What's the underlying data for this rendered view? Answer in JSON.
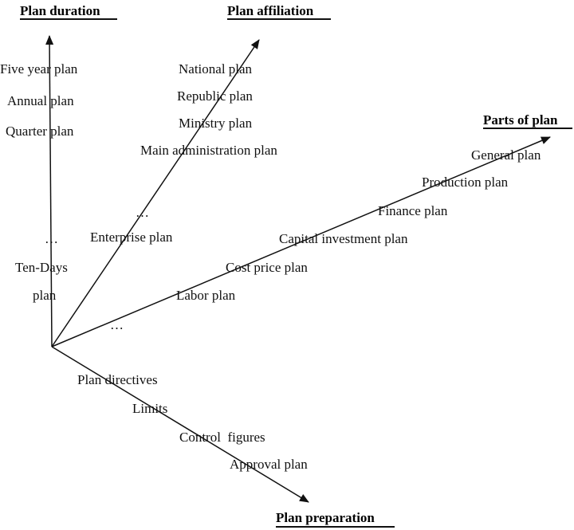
{
  "axes": {
    "duration": {
      "title": "Plan duration",
      "items": [
        "Five year plan",
        "Annual plan",
        "Quarter plan",
        "…",
        "Ten-Days",
        "plan"
      ]
    },
    "affiliation": {
      "title": "Plan affiliation",
      "items": [
        "National plan",
        "Republic plan",
        "Ministry plan",
        "Main administration plan",
        "…",
        "Enterprise plan"
      ]
    },
    "parts": {
      "title": "Parts of plan",
      "items": [
        "General plan",
        "Production plan",
        "Finance plan",
        "Capital investment plan",
        "Cost price plan",
        "Labor plan",
        "…"
      ]
    },
    "preparation": {
      "title": "Plan preparation",
      "items": [
        "Plan directives",
        "Limits",
        "Control  figures",
        "Approval plan"
      ]
    }
  },
  "colors": {
    "line": "#111111",
    "text": "#111111"
  }
}
